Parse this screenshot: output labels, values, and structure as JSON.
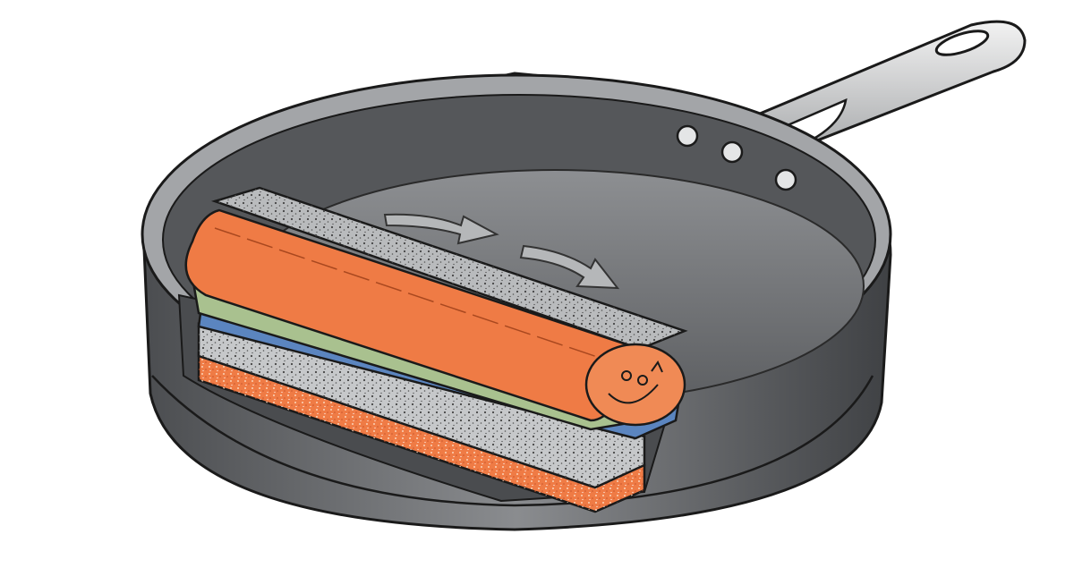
{
  "illustration": {
    "subject": "frying-pan-cutaway",
    "colors": {
      "pan_body": "#5f6163",
      "pan_interior": "#6e7073",
      "pan_rim": "#9a9c9e",
      "handle": "#d9dadb",
      "sponge_gray": "#b9bbbd",
      "orange": "#ef7b45",
      "green": "#a9c18f",
      "blue": "#5b85bf",
      "speckle": "#4a4a4a",
      "outline": "#1a1a1a"
    },
    "icons": [
      "arrow-right-icon",
      "arrow-right-icon",
      "smiley-face-icon",
      "rivet-icon"
    ],
    "layers": [
      "top-sponge-strip",
      "orange-roll",
      "green-layer",
      "blue-layer",
      "gray-speckled-layer",
      "orange-speckled-layer"
    ]
  }
}
